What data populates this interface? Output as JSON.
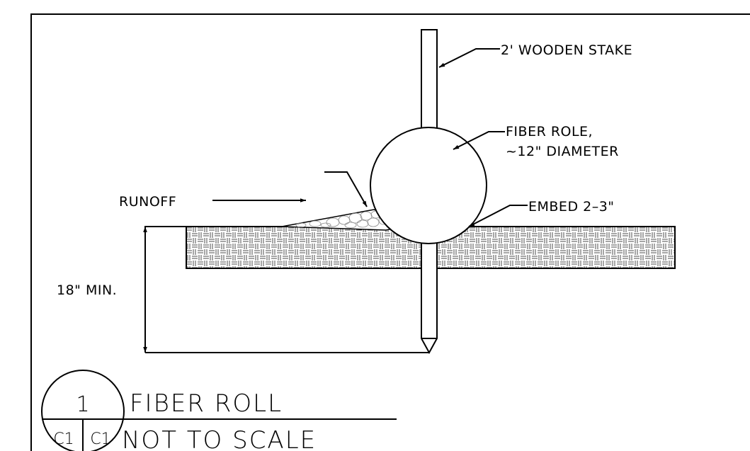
{
  "labels": {
    "stake": "2' WOODEN STAKE",
    "fiber_role_line1": "FIBER ROLE,",
    "fiber_role_line2": "~12\" DIAMETER",
    "runoff": "RUNOFF",
    "embed": "EMBED 2–3\"",
    "min_depth": "18\" MIN."
  },
  "title_block": {
    "detail_number": "1",
    "sheet_ref_left": "C1",
    "sheet_ref_right": "C1",
    "title": "FIBER ROLL",
    "scale": "NOT TO SCALE"
  }
}
